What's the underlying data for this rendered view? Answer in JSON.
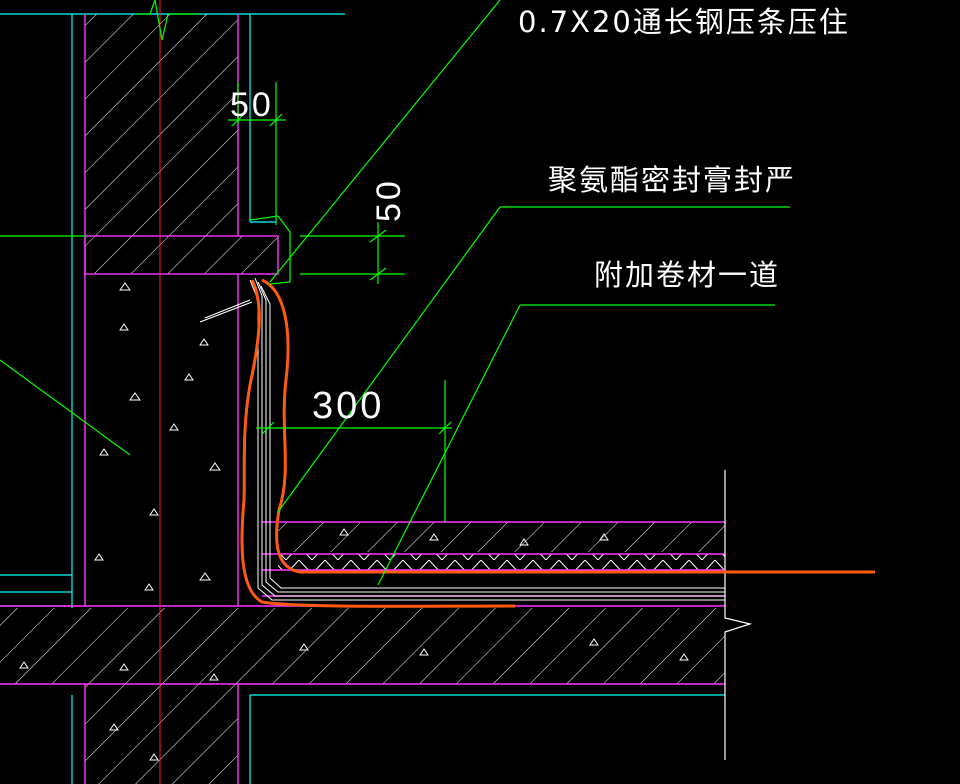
{
  "annotations": {
    "steel_strip": "0.7X20通长钢压条压住",
    "sealant": "聚氨酯密封膏封严",
    "extra_membrane": "附加卷材一道"
  },
  "dimensions": {
    "strip_width": "50",
    "strip_height": "50",
    "upturn_length": "300"
  },
  "colors": {
    "background": "#000000",
    "wall_outline": "#ff33ff",
    "leader_line": "#00ff00",
    "grid_line": "#00ffff",
    "membrane": "#ff5a14",
    "hatch": "#ffffff",
    "axis_line": "#ff2222",
    "text": "#ffffff"
  }
}
